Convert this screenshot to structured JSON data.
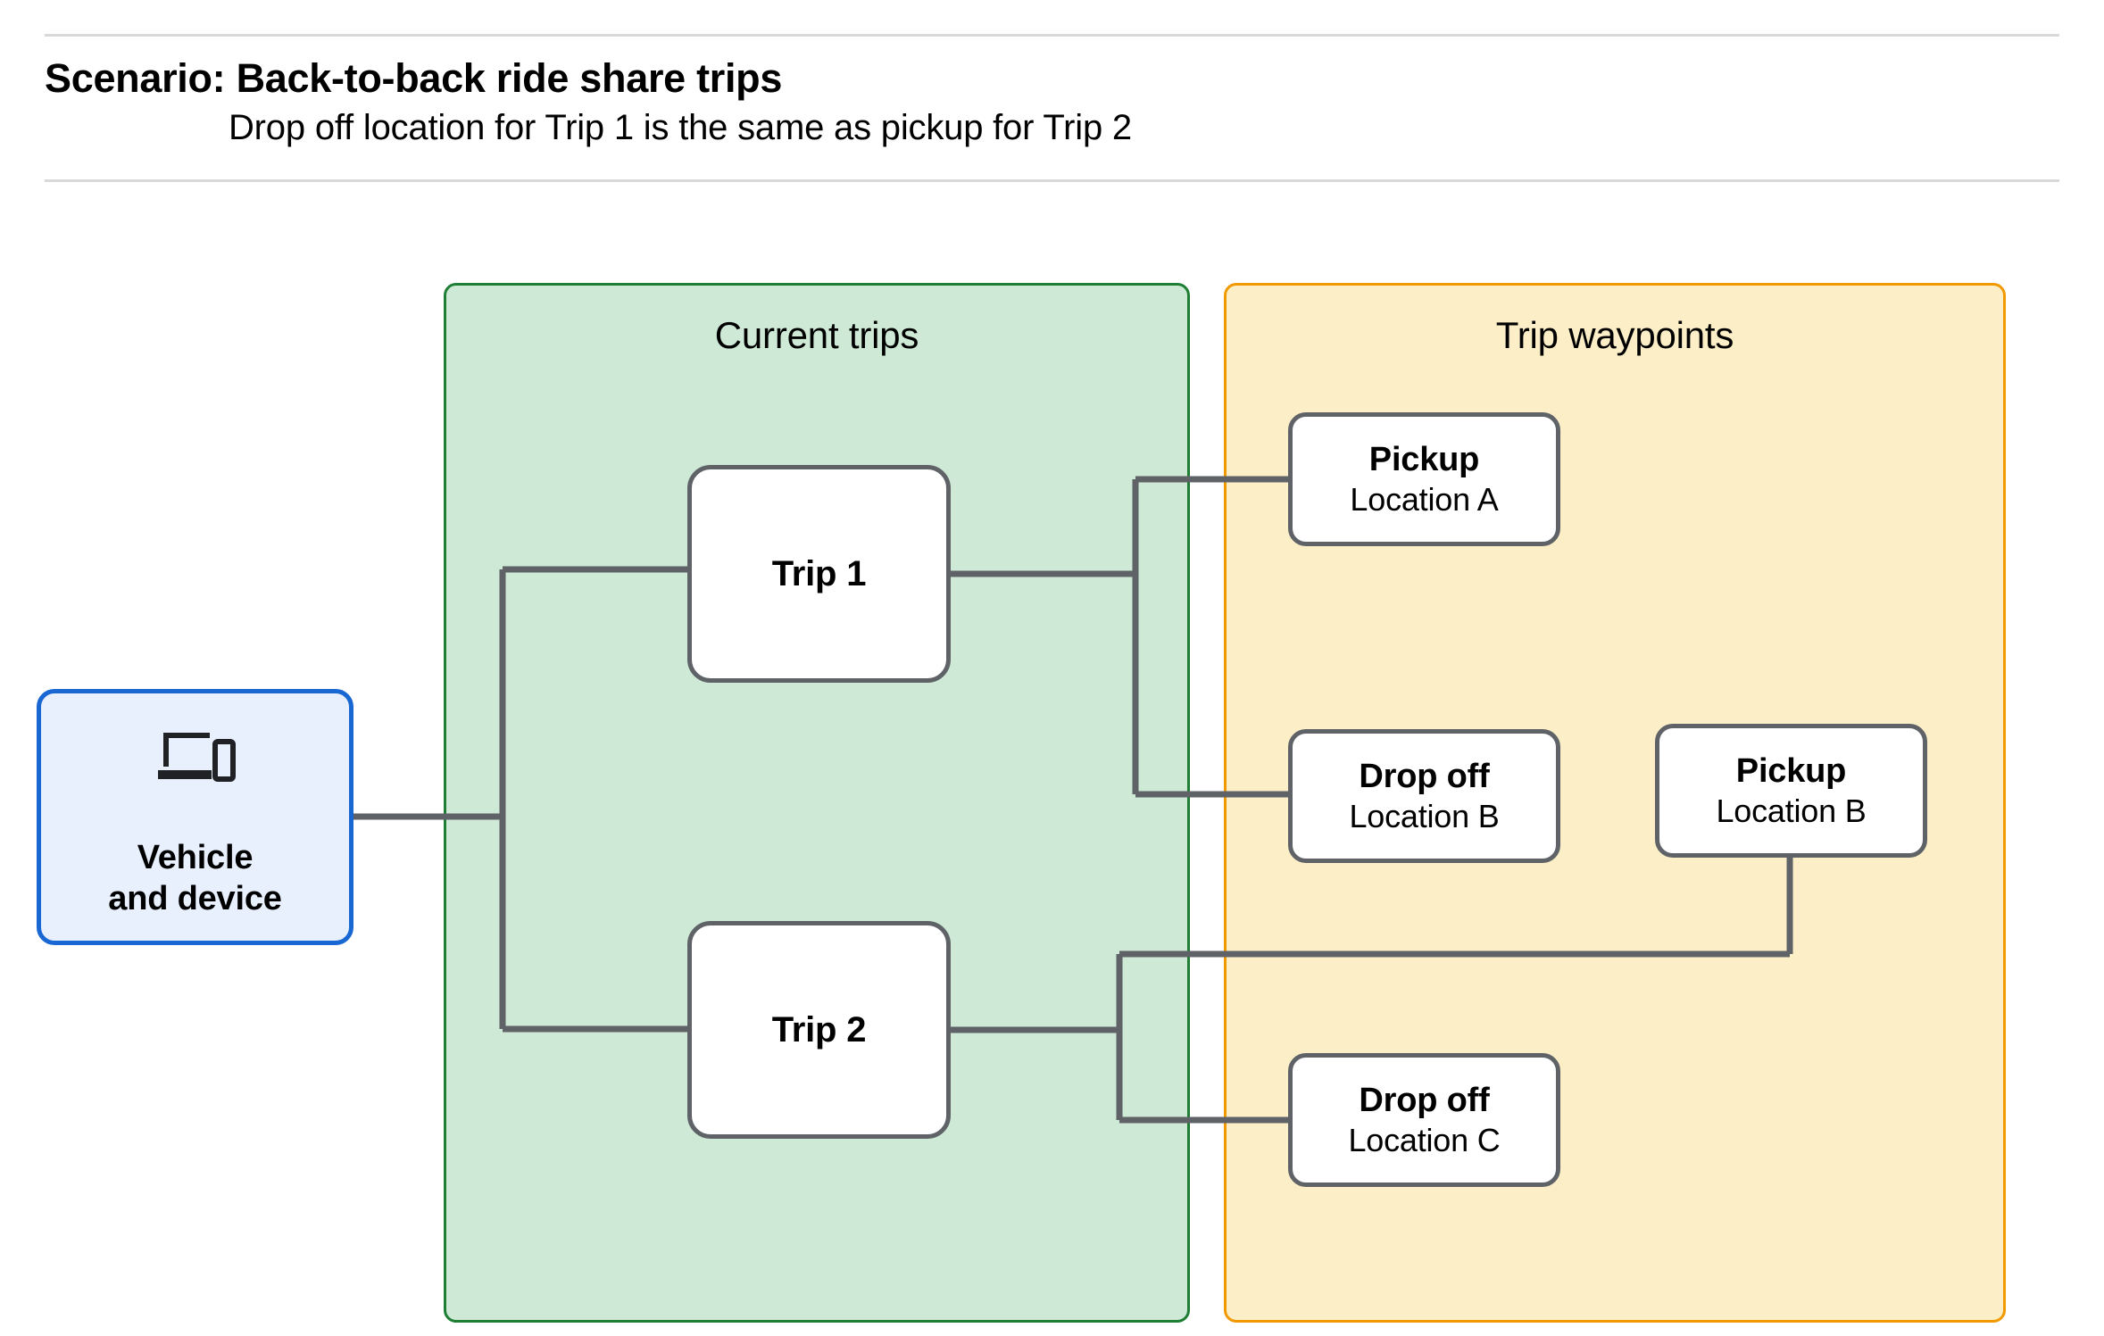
{
  "header": {
    "title": "Scenario: Back-to-back ride share trips",
    "subtitle": "Drop off  location for Trip 1 is the same as pickup for Trip 2"
  },
  "panels": {
    "current_trips": {
      "title": "Current trips",
      "fill": "#ceead6",
      "border": "#1e7e34"
    },
    "trip_waypoints": {
      "title": "Trip waypoints",
      "fill": "#fcefc7",
      "border": "#f29900"
    }
  },
  "vehicle": {
    "line1": "Vehicle",
    "line2": "and device",
    "icon": "laptop-and-phone-icon",
    "fill": "#e8f0fe",
    "border": "#1967d2"
  },
  "trips": [
    {
      "label": "Trip 1"
    },
    {
      "label": "Trip 2"
    }
  ],
  "waypoints": [
    {
      "type": "Pickup",
      "location": "Location A"
    },
    {
      "type": "Drop off",
      "location": "Location B"
    },
    {
      "type": "Pickup",
      "location": "Location B"
    },
    {
      "type": "Drop off",
      "location": "Location C"
    }
  ],
  "connector_color": "#5f6368",
  "edges": [
    {
      "from": "Vehicle and device",
      "to": "Trip 1"
    },
    {
      "from": "Vehicle and device",
      "to": "Trip 2"
    },
    {
      "from": "Trip 1",
      "to": "Pickup Location A"
    },
    {
      "from": "Trip 1",
      "to": "Drop off Location B"
    },
    {
      "from": "Trip 2",
      "to": "Pickup Location B"
    },
    {
      "from": "Trip 2",
      "to": "Drop off Location C"
    }
  ]
}
